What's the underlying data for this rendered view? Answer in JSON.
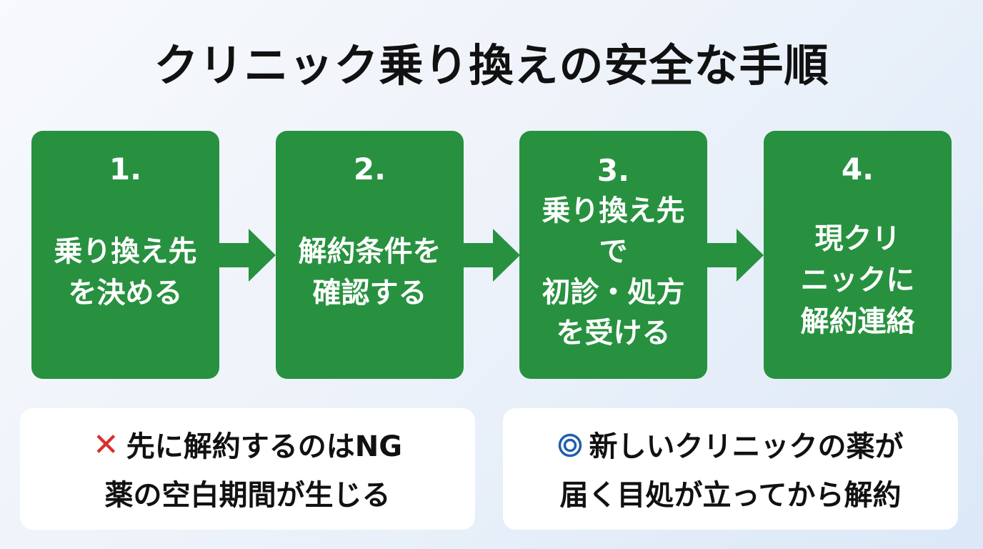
{
  "title": "クリニック乗り換えの安全な手順",
  "steps": [
    {
      "number": "1.",
      "text": "乗り換え先\nを決める"
    },
    {
      "number": "2.",
      "text": "解約条件を\n確認する"
    },
    {
      "number": "3.",
      "text": "乗り換え先\nで\n初診・処方\nを受ける"
    },
    {
      "number": "4.",
      "text": "現クリ\nニックに\n解約連絡"
    }
  ],
  "notes": {
    "ng": {
      "icon": "cross-mark-icon",
      "mark": "✕",
      "line1": "先に解約するのはNG",
      "line2": "薬の空白期間が生じる"
    },
    "ok": {
      "icon": "double-circle-icon",
      "line1": "新しいクリニックの薬が",
      "line2": "届く目処が立ってから解約"
    }
  },
  "colors": {
    "step_green": "#27913f",
    "arrow_green": "#27913f",
    "ng_red": "#d9302c",
    "ok_blue": "#1f5fae",
    "title_text": "#111111"
  }
}
